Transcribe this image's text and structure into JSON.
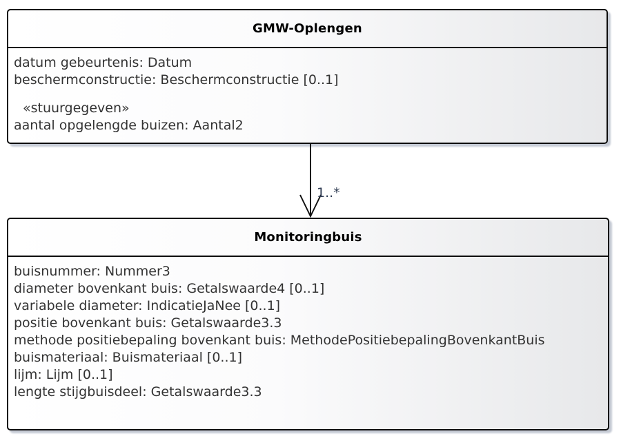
{
  "style": {
    "page_background": "#ffffff",
    "box_border_color": "#0d0d0d",
    "box_fill_left": "#ffffff",
    "box_fill_right": "#e7e8ea",
    "shadow_color": "#c6cbd5",
    "title_text_color": "#000000",
    "attribute_text_color": "#333333"
  },
  "classes": [
    {
      "title": "GMW-Oplengen",
      "attributes": [
        "datum gebeurtenis: Datum",
        "beschermconstructie: Beschermconstructie [0..1]"
      ],
      "stereotype": "«stuurgegeven»",
      "stereotype_attributes": [
        "aantal opgelengde buizen: Aantal2"
      ]
    },
    {
      "title": "Monitoringbuis",
      "attributes": [
        "buisnummer: Nummer3",
        "diameter bovenkant buis: Getalswaarde4 [0..1]",
        "variabele diameter: IndicatieJaNee [0..1]",
        "positie bovenkant buis: Getalswaarde3.3",
        "methode positiebepaling bovenkant buis: MethodePositiebepalingBovenkantBuis",
        "buismateriaal: Buismateriaal [0..1]",
        "lijm: Lijm [0..1]",
        "lengte stijgbuisdeel: Getalswaarde3.3"
      ]
    }
  ],
  "connector": {
    "multiplicity": "1..*"
  }
}
